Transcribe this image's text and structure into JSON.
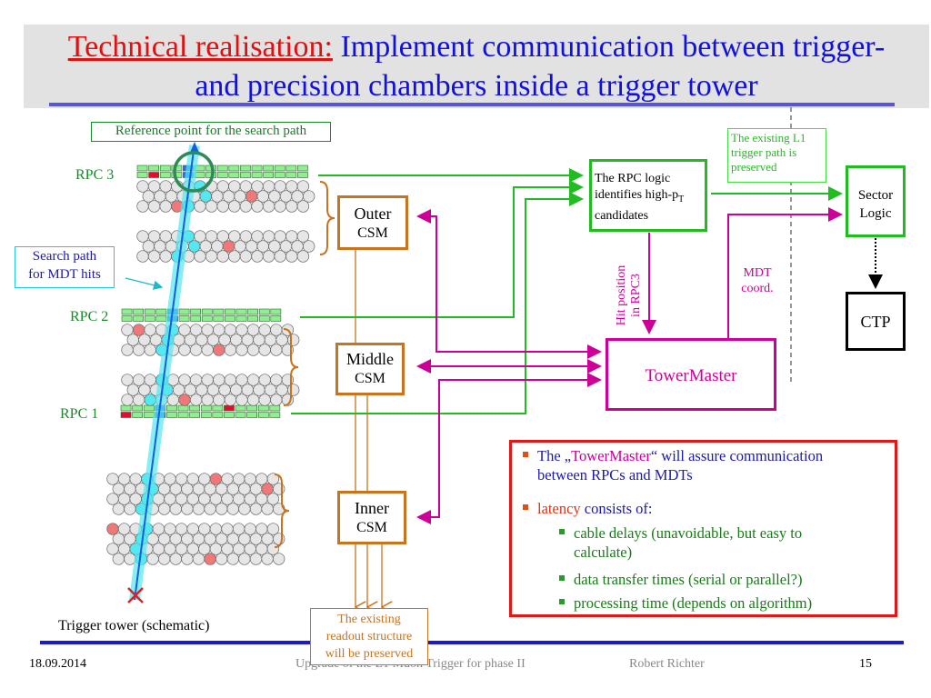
{
  "title": {
    "prefix": "Technical realisation:",
    "line1_rest": " Implement communication between trigger-",
    "line2": "and precision chambers inside a trigger tower"
  },
  "diagram": {
    "reference_label": "Reference point for the search path",
    "search_path_label": [
      "Search path",
      "for MDT hits"
    ],
    "rpc_labels": [
      "RPC 3",
      "RPC 2",
      "RPC 1"
    ],
    "csm": {
      "outer": [
        "Outer",
        "CSM"
      ],
      "middle": [
        "Middle",
        "CSM"
      ],
      "inner": [
        "Inner",
        "CSM"
      ]
    },
    "rpc_logic": {
      "text_line1": "The RPC logic",
      "text_line2": "identifies high-p",
      "subscript": "T",
      "text_line3": "candidates"
    },
    "l1_note": [
      "The existing L1",
      "trigger path is",
      "preserved"
    ],
    "sector_logic": [
      "Sector",
      "Logic"
    ],
    "ctp": "CTP",
    "towermaster": "TowerMaster",
    "hit_position_label": [
      "Hit position",
      "in RPC3"
    ],
    "mdt_coord_label": [
      "MDT",
      "coord."
    ],
    "readout_note": [
      "The existing",
      "readout structure",
      "will be preserved"
    ],
    "trigger_tower_caption": "Trigger tower (schematic)",
    "colors": {
      "rpc_green": "#22bb22",
      "towermaster_magenta": "#cc0099",
      "csm_orange": "#c8731e",
      "title_red": "#e01010",
      "title_blue": "#1010e0",
      "hit_red": "#f07878",
      "search_cyan": "#55e8f0"
    }
  },
  "bullets": {
    "item1": {
      "pre": "The „",
      "highlight": "TowerMaster",
      "post": "“ will assure communication",
      "line2": "between RPCs and MDTs"
    },
    "item2": {
      "highlight": "latency",
      "rest": " consists of:"
    },
    "subitems": [
      "cable delays (unavoidable, but easy to",
      "calculate)",
      "data transfer times (serial or parallel?)",
      "processing time (depends on algorithm)"
    ]
  },
  "footer": {
    "date": "18.09.2014",
    "talk_title": "Upgrade of the L1 Muon Trigger for phase II",
    "author": "Robert Richter",
    "page": "15"
  }
}
